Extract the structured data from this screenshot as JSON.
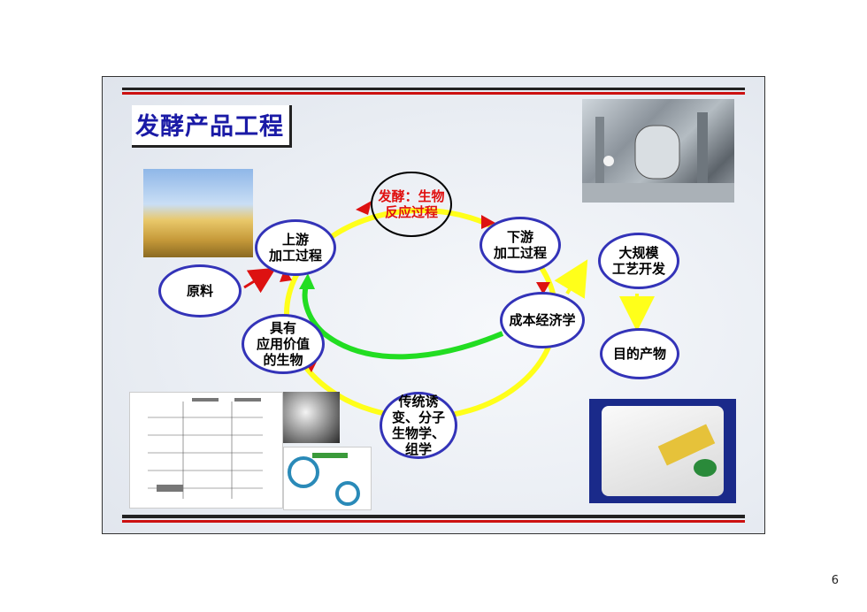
{
  "slide": {
    "title": "发酵产品工程",
    "page_number": "6",
    "small_mark": "6"
  },
  "nodes": {
    "raw_material": "原料",
    "upstream": [
      "上游",
      "加工过程"
    ],
    "fermentation": [
      "发酵：生物",
      "反应过程"
    ],
    "downstream": [
      "下游",
      "加工过程"
    ],
    "cost_economics": "成本经济学",
    "value_organism": [
      "具有",
      "应用价值",
      "的生物"
    ],
    "breeding": [
      "传统诱",
      "变、分子",
      "生物学、",
      "组学"
    ],
    "scale_up": [
      "大规模",
      "工艺开发"
    ],
    "target_product": "目的产物"
  },
  "colors": {
    "node_border": "#3333b8",
    "fermentation_text": "#e01010",
    "cycle_yellow": "#ffff1a",
    "feedback_green": "#22dd22",
    "arrow_red": "#dd1111",
    "title_blue": "#1a1aa6"
  },
  "icons": {
    "wheat_field_photo": "wheat-field-photo",
    "factory_photo": "fermentation-plant-photo",
    "pathway_diagram": "metabolic-pathway-diagram",
    "microscope_photo": "bacteria-micrograph",
    "product_bag_photo": "product-bag-photo"
  }
}
